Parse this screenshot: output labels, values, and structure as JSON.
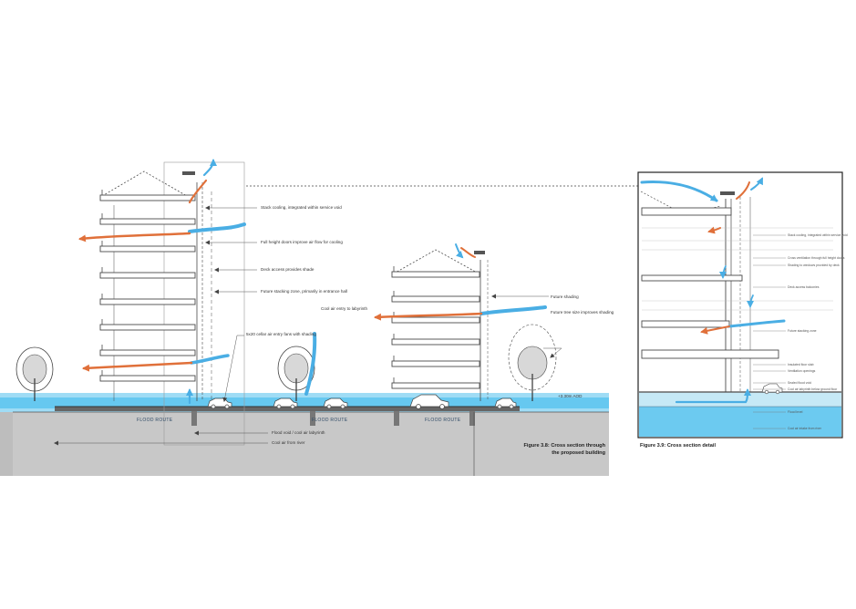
{
  "colors": {
    "water": "#5cc4ee",
    "water_light": "#9fdcf5",
    "ground": "#c8c8c8",
    "cool_air": "#4aaee4",
    "warm_air": "#e0703a",
    "line": "#4a4a4a"
  },
  "main_section": {
    "annotations": [
      "Stack cooling, integrated within service void",
      "Full height doors improve air flow for cooling",
      "Deck access provides shade",
      "Future stacking zone, primarily in entrance hall",
      "Cool air entry to labyrinth",
      "Future shading",
      "Future tree size improves shading",
      "5x20 cellar air entry fans with shading",
      "Flood void / cool air labyrinth",
      "Cool air from river",
      "+3.30m AOD"
    ],
    "flood_route_labels": [
      "FLOOD ROUTE",
      "FLOOD ROUTE",
      "FLOOD ROUTE"
    ],
    "caption": [
      "Figure 3.8: Cross section through",
      "the proposed building"
    ]
  },
  "detail_section": {
    "annotations": [
      "Stack cooling, integrated within service void",
      "Cross ventilation through full height doors",
      "Shading to windows provided by deck",
      "Deck access balconies",
      "Future stacking zone",
      "Insulated floor slab",
      "Ventilation openings",
      "Sealed flood void",
      "Cool air labyrinth below ground floor",
      "Flood level",
      "Cool air intake from river"
    ],
    "caption": "Figure 3.9: Cross section detail"
  }
}
